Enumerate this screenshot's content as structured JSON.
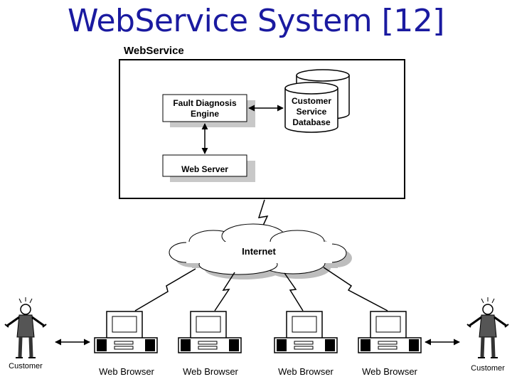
{
  "title": "WebService System [12]",
  "webservice": {
    "label": "WebService",
    "fault_engine": [
      "Fault Diagnosis",
      "Engine"
    ],
    "web_server": "Web Server",
    "database": [
      "Customer",
      "Service",
      "Database"
    ]
  },
  "network": {
    "internet": "Internet"
  },
  "clients": [
    {
      "label": "Web Browser"
    },
    {
      "label": "Web Browser"
    },
    {
      "label": "Web Browser"
    },
    {
      "label": "Web Browser"
    }
  ],
  "customers": [
    {
      "label": "Customer"
    },
    {
      "label": "Customer"
    }
  ]
}
